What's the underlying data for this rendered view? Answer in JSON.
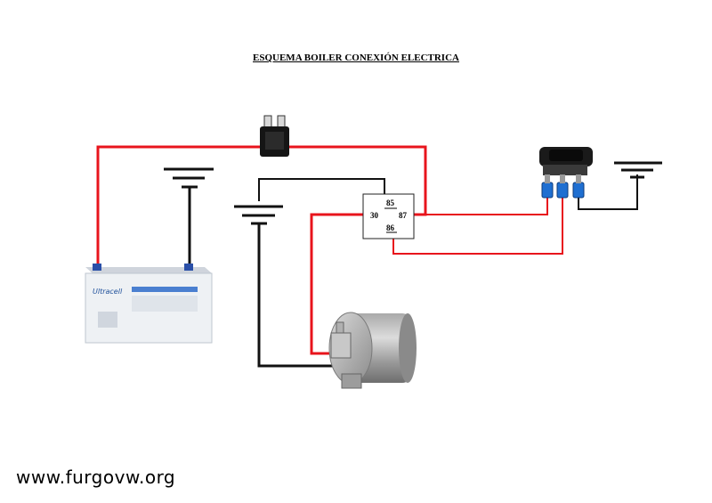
{
  "title": "ESQUEMA BOILER CONEXIÓN ELECTRICA",
  "watermark": "www.furgovw.org",
  "relay": {
    "pins": {
      "p85": "85",
      "p30": "30",
      "p87": "87",
      "p86": "86"
    }
  },
  "battery": {
    "brand": "Ultracell"
  },
  "components": {
    "battery_icon": "battery-12v",
    "fuse_icon": "blade-fuse",
    "relay_icon": "relay-4-pin",
    "switch_icon": "rocker-switch",
    "boiler_icon": "water-heater-boiler",
    "ground_icon": "ground-symbol"
  },
  "colors": {
    "positive_wire": "#e8141c",
    "negative_wire": "#111111",
    "switch_terminal": "#1f6fd1"
  }
}
